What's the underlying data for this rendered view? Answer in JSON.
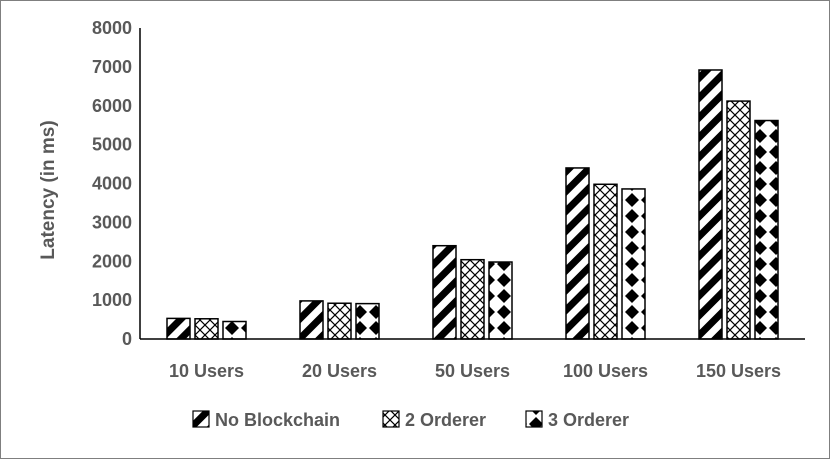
{
  "chart_data": {
    "type": "bar",
    "categories": [
      "10 Users",
      "20 Users",
      "50 Users",
      "100 Users",
      "150 Users"
    ],
    "series": [
      {
        "name": "No Blockchain",
        "values": [
          530,
          980,
          2400,
          4400,
          6920
        ],
        "pattern": "diagonal-stripes"
      },
      {
        "name": "2 Orderer",
        "values": [
          520,
          920,
          2040,
          3980,
          6120
        ],
        "pattern": "crosshatch"
      },
      {
        "name": "3 Orderer",
        "values": [
          450,
          910,
          1980,
          3860,
          5620
        ],
        "pattern": "black-diamonds"
      }
    ],
    "ylabel": "Latency (in ms)",
    "ylim": [
      0,
      8000
    ],
    "yticks": [
      0,
      1000,
      2000,
      3000,
      4000,
      5000,
      6000,
      7000,
      8000
    ],
    "grid": false,
    "legend": "bottom",
    "colors": {
      "bar_stroke": "#000000",
      "axis": "#000000",
      "text": "#595959",
      "frame": "#7f7f7f"
    }
  }
}
